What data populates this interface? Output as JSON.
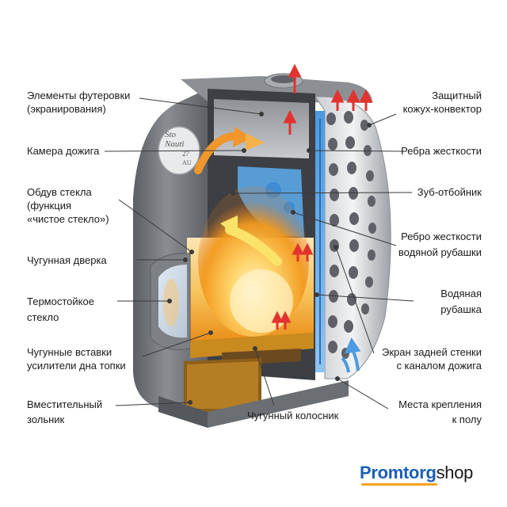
{
  "labels_left": [
    {
      "id": "lining",
      "lines": [
        "Элементы футеровки",
        "(экранирования)"
      ]
    },
    {
      "id": "afterburn",
      "lines": [
        "Камера дожига"
      ]
    },
    {
      "id": "glass-blow",
      "lines": [
        "Обдув стекла",
        "(функция",
        "«чистое стекло»)"
      ]
    },
    {
      "id": "door",
      "lines": [
        "Чугунная дверка"
      ]
    },
    {
      "id": "glass",
      "lines": [
        "Термостойкое",
        "стекло"
      ]
    },
    {
      "id": "inserts",
      "lines": [
        "Чугунные вставки",
        "усилители дна топки"
      ]
    },
    {
      "id": "ashpan",
      "lines": [
        "Вместительный",
        "зольник"
      ]
    }
  ],
  "labels_right": [
    {
      "id": "casing",
      "lines": [
        "Защитный",
        "кожух-конвектор"
      ]
    },
    {
      "id": "ribs",
      "lines": [
        "Ребра жесткости"
      ]
    },
    {
      "id": "tooth",
      "lines": [
        "Зуб-отбойник"
      ]
    },
    {
      "id": "water-rib",
      "lines": [
        "Ребро жесткости",
        "водяной рубашки"
      ]
    },
    {
      "id": "water-jacket",
      "lines": [
        "Водяная",
        "рубашка"
      ]
    },
    {
      "id": "rear-screen",
      "lines": [
        "Экран задней стенки",
        "с каналом дожига"
      ]
    },
    {
      "id": "mount",
      "lines": [
        "Места крепления",
        "к полу"
      ]
    }
  ],
  "label_bottom": {
    "id": "grate",
    "lines": [
      "Чугунный колосник"
    ]
  },
  "stove_badge": {
    "line1": "Sto",
    "line2": "Nauti",
    "line3": "27",
    "line4": "AU"
  },
  "brand": {
    "part1": "Promtorg",
    "part2": "shop"
  },
  "colors": {
    "accent": "#1b5fb5",
    "underline": "#f4a21c",
    "flame": "#f5a623",
    "body": "#6e7175"
  }
}
